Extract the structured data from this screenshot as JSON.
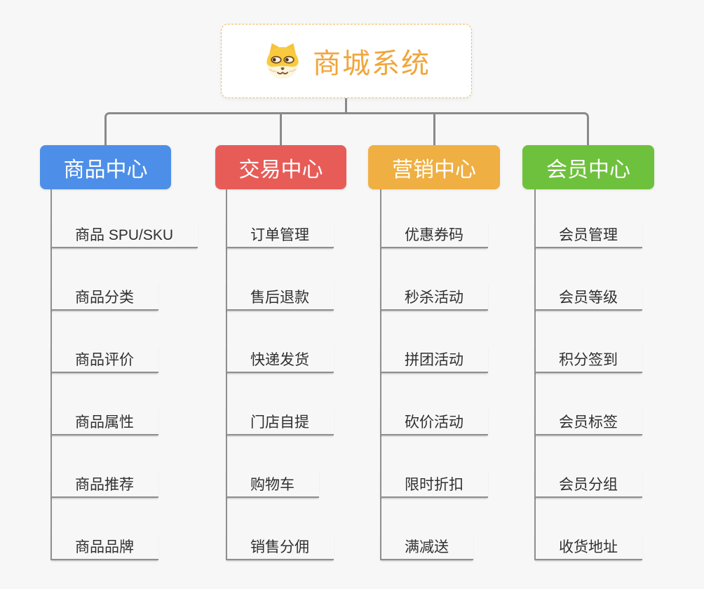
{
  "page": {
    "background_color": "#f7f7f7",
    "connector_color": "#8a8a8a"
  },
  "root": {
    "title": "商城系统",
    "icon": "dog-face-icon",
    "text_color": "#f0a63c",
    "border_color": "#f2b95c"
  },
  "branches": [
    {
      "label": "商品中心",
      "color": "#4d8fe8",
      "items": [
        "商品 SPU/SKU",
        "商品分类",
        "商品评价",
        "商品属性",
        "商品推荐",
        "商品品牌"
      ]
    },
    {
      "label": "交易中心",
      "color": "#e85c58",
      "items": [
        "订单管理",
        "售后退款",
        "快递发货",
        "门店自提",
        "购物车",
        "销售分佣"
      ]
    },
    {
      "label": "营销中心",
      "color": "#efaf42",
      "items": [
        "优惠券码",
        "秒杀活动",
        "拼团活动",
        "砍价活动",
        "限时折扣",
        "满减送"
      ]
    },
    {
      "label": "会员中心",
      "color": "#6ec13c",
      "items": [
        "会员管理",
        "会员等级",
        "积分签到",
        "会员标签",
        "会员分组",
        "收货地址"
      ]
    }
  ]
}
